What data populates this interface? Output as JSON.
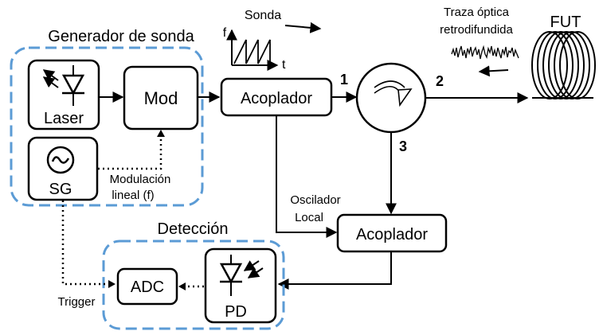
{
  "groups": {
    "generator": "Generador de sonda",
    "detection": "Detección"
  },
  "blocks": {
    "laser": "Laser",
    "mod": "Mod",
    "sg": "SG",
    "coupler1": "Acoplador",
    "coupler2": "Acoplador",
    "adc": "ADC",
    "pd": "PD",
    "fut": "FUT"
  },
  "labels": {
    "probe": "Sonda",
    "axis_f": "f",
    "axis_t": "t",
    "trace_line1": "Traza óptica",
    "trace_line2": "retrodifundida",
    "modulation_line1": "Modulación",
    "modulation_line2": "lineal (f)",
    "oscillator_line1": "Oscilador",
    "oscillator_line2": "Local",
    "trigger": "Trigger"
  },
  "ports": {
    "p1": "1",
    "p2": "2",
    "p3": "3"
  },
  "colors": {
    "group_border": "#5b9bd5",
    "line": "#000000"
  }
}
